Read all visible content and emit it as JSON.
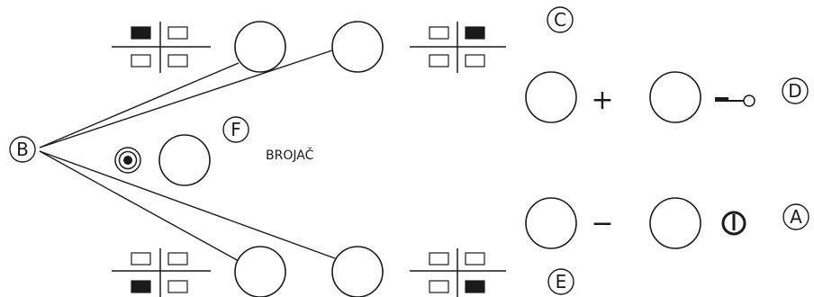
{
  "labels": {
    "a": "A",
    "b": "B",
    "c": "C",
    "d": "D",
    "e": "E",
    "f": "F"
  },
  "counter_text": "BROJAČ",
  "plus_symbol": "+",
  "minus_symbol": "−",
  "colors": {
    "ink": "#1a1a1a",
    "fill_dark": "#1a1a1a",
    "background": "#ffffff"
  },
  "icons": {
    "top_left_grid": "grid-top-left-filled-icon",
    "top_right_grid": "grid-top-right-filled-icon",
    "bottom_left_grid": "grid-bottom-left-filled-icon",
    "bottom_right_grid": "grid-bottom-right-filled-icon",
    "counter": "target-icon",
    "key": "key-icon",
    "power": "power-icon"
  }
}
